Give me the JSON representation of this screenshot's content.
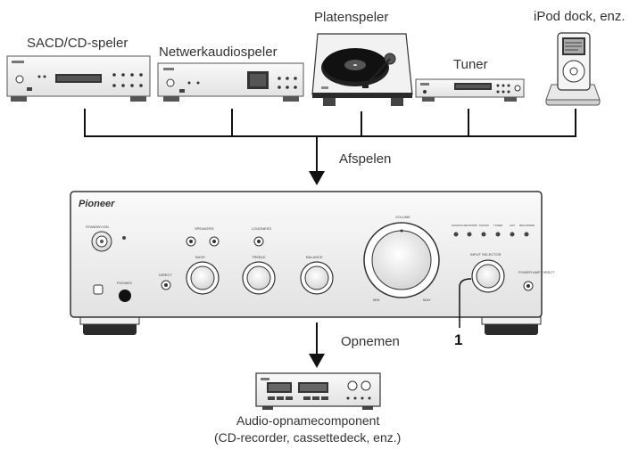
{
  "devices": {
    "sacd": "SACD/CD-speler",
    "network": "Netwerkaudiospeler",
    "turntable": "Platenspeler",
    "tuner": "Tuner",
    "ipod": "iPod dock, enz."
  },
  "arrows": {
    "playback": "Afspelen",
    "record": "Opnemen"
  },
  "amplifier": {
    "brand": "Pioneer",
    "volume_label": "VOLUME",
    "min_label": "MIN",
    "max_label": "MAX",
    "bass_label": "BASS",
    "treble_label": "TREBLE",
    "balance_label": "BALANCE",
    "input_selector_label": "INPUT SELECTOR",
    "speakers_label": "SPEAKERS",
    "loudness_label": "LOUDNESS",
    "standby_label": "STANDBY/ON",
    "direct_label": "DIRECT",
    "phones_label": "PHONES",
    "power_amp_label": "POWER AMP DIRECT",
    "inputs": [
      "SACD/CD",
      "NETWORK",
      "PHONO",
      "TUNER",
      "AUX",
      "RECORDER"
    ]
  },
  "callout": "1",
  "recorder": {
    "line1": "Audio-opnamecomponent",
    "line2": "(CD-recorder, cassettedeck, enz.)"
  }
}
